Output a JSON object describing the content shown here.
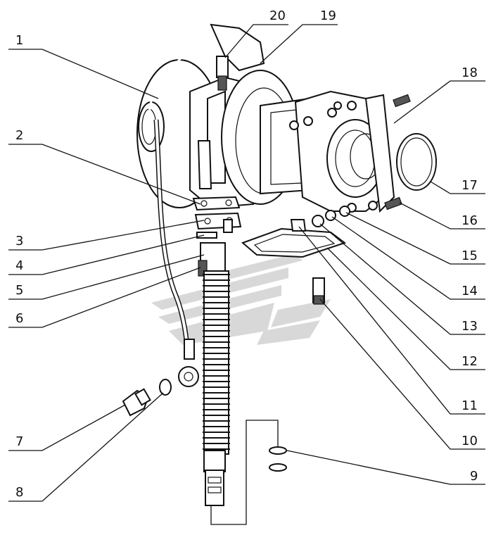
{
  "callouts": [
    {
      "id": "1",
      "label": "1"
    },
    {
      "id": "2",
      "label": "2"
    },
    {
      "id": "3",
      "label": "3"
    },
    {
      "id": "4",
      "label": "4"
    },
    {
      "id": "5",
      "label": "5"
    },
    {
      "id": "6",
      "label": "6"
    },
    {
      "id": "7",
      "label": "7"
    },
    {
      "id": "8",
      "label": "8"
    },
    {
      "id": "9",
      "label": "9"
    },
    {
      "id": "10",
      "label": "10"
    },
    {
      "id": "11",
      "label": "11"
    },
    {
      "id": "12",
      "label": "12"
    },
    {
      "id": "13",
      "label": "13"
    },
    {
      "id": "14",
      "label": "14"
    },
    {
      "id": "15",
      "label": "15"
    },
    {
      "id": "16",
      "label": "16"
    },
    {
      "id": "17",
      "label": "17"
    },
    {
      "id": "18",
      "label": "18"
    },
    {
      "id": "19",
      "label": "19"
    },
    {
      "id": "20",
      "label": "20"
    }
  ],
  "colors": {
    "ink": "#111111",
    "watermark": "#c8c8c8",
    "background": "#ffffff"
  }
}
